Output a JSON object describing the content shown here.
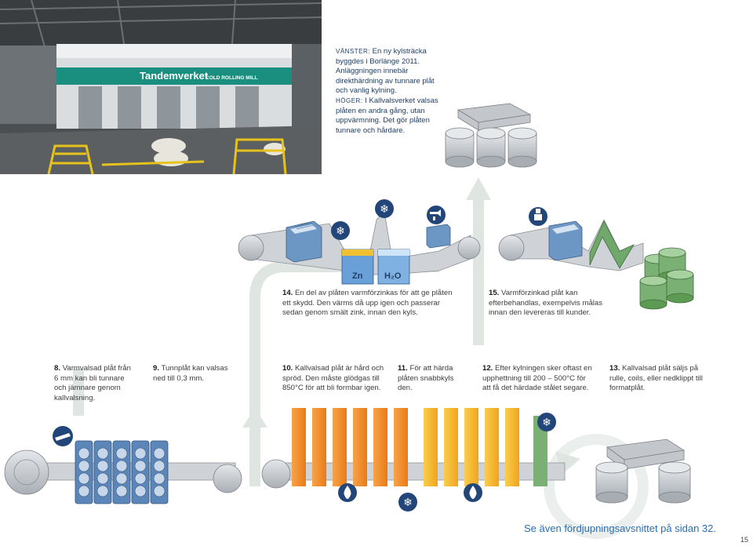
{
  "photo": {
    "sign_main": "Tandemverket",
    "sign_sub": "COLD ROLLING MILL"
  },
  "caption": {
    "left_label": "Vänster:",
    "left_text": "En ny kylsträcka byggdes i Borlänge 2011. Anläggningen innebär direkthärdning av tunnare plåt och vanlig kylning.",
    "right_label": "Höger:",
    "right_text": "I Kallvalsverket valsas plåten en andra gång, utan uppvärmning. Det gör plåten tunnare och hårdare."
  },
  "tanks": {
    "zinc": "Zn",
    "water": "H₂O"
  },
  "steps": [
    {
      "num": "14.",
      "text": "En del av plåten varmförzinkas för att ge plåten ett skydd. Den värms då upp igen och passerar sedan genom smält zink, innan den kyls."
    },
    {
      "num": "15.",
      "text": "Varmförzinkad plåt kan efterbehandlas, exempelvis målas innan den levereras till kunder."
    },
    {
      "num": "8.",
      "text": "Varmvalsad plåt från 6 mm kan bli tunnare och jämnare genom kallvalsning."
    },
    {
      "num": "9.",
      "text": "Tunnplåt kan valsas ned till 0,3 mm."
    },
    {
      "num": "10.",
      "text": "Kallvalsad plåt är hård och spröd. Den måste glödgas till 850°C för att bli formbar igen."
    },
    {
      "num": "11.",
      "text": "För att härda plåten snabbkyls den."
    },
    {
      "num": "12.",
      "text": "Efter kylningen sker oftast en upphettning till 200 – 500°C för att få det härdade stålet segare."
    },
    {
      "num": "13.",
      "text": "Kallvalsad plåt säljs på rulle, coils, eller nedklippt till formatplåt."
    }
  ],
  "footer": {
    "link": "Se även fördjupningsavsnittet på sidan 32.",
    "page": "15"
  },
  "colors": {
    "steel": "#b7bcc2",
    "arrow": "#dfe5e1",
    "orange": "#f28c28",
    "yellow": "#f5b928",
    "green": "#5e9b52",
    "navy": "#1f3f66",
    "icon_bg": "#23467a"
  }
}
